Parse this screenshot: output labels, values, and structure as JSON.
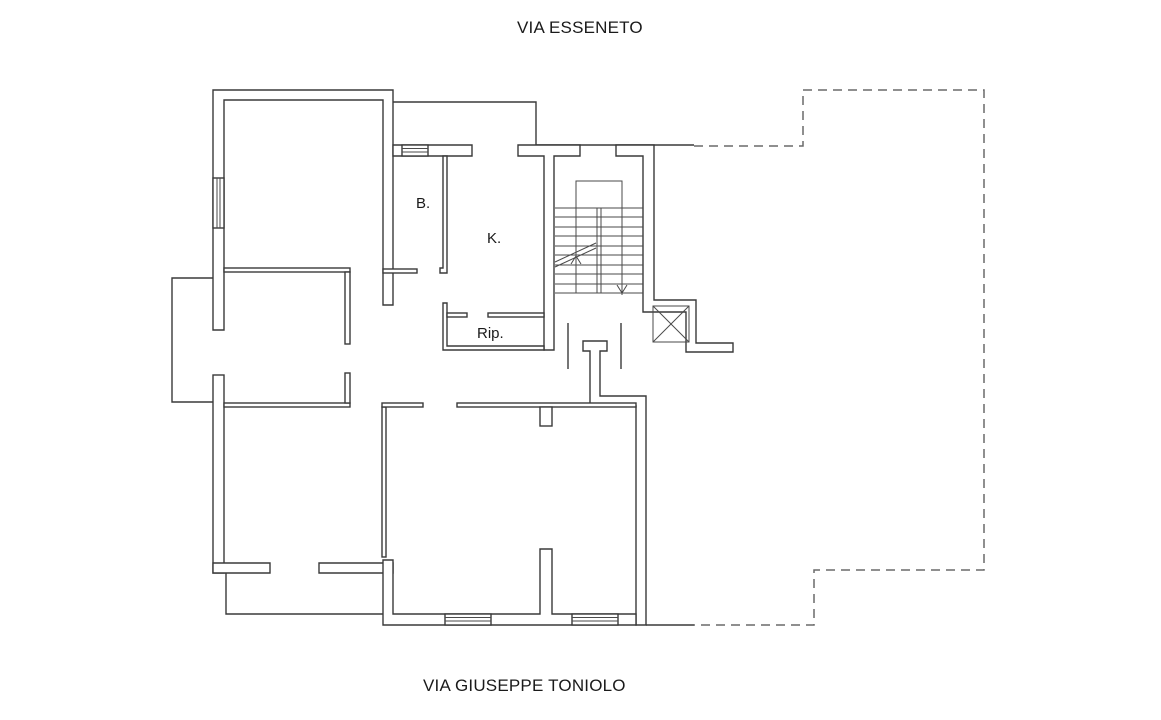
{
  "plan": {
    "street_top": "VIA ESSENETO",
    "street_bottom": "VIA GIUSEPPE TONIOLO",
    "rooms": [
      {
        "id": "bathroom",
        "label": "B."
      },
      {
        "id": "kitchen",
        "label": "K."
      },
      {
        "id": "storage",
        "label": "Rip."
      }
    ],
    "line_color": "#3a3a3a",
    "dashed_color": "#6a6a6a"
  }
}
